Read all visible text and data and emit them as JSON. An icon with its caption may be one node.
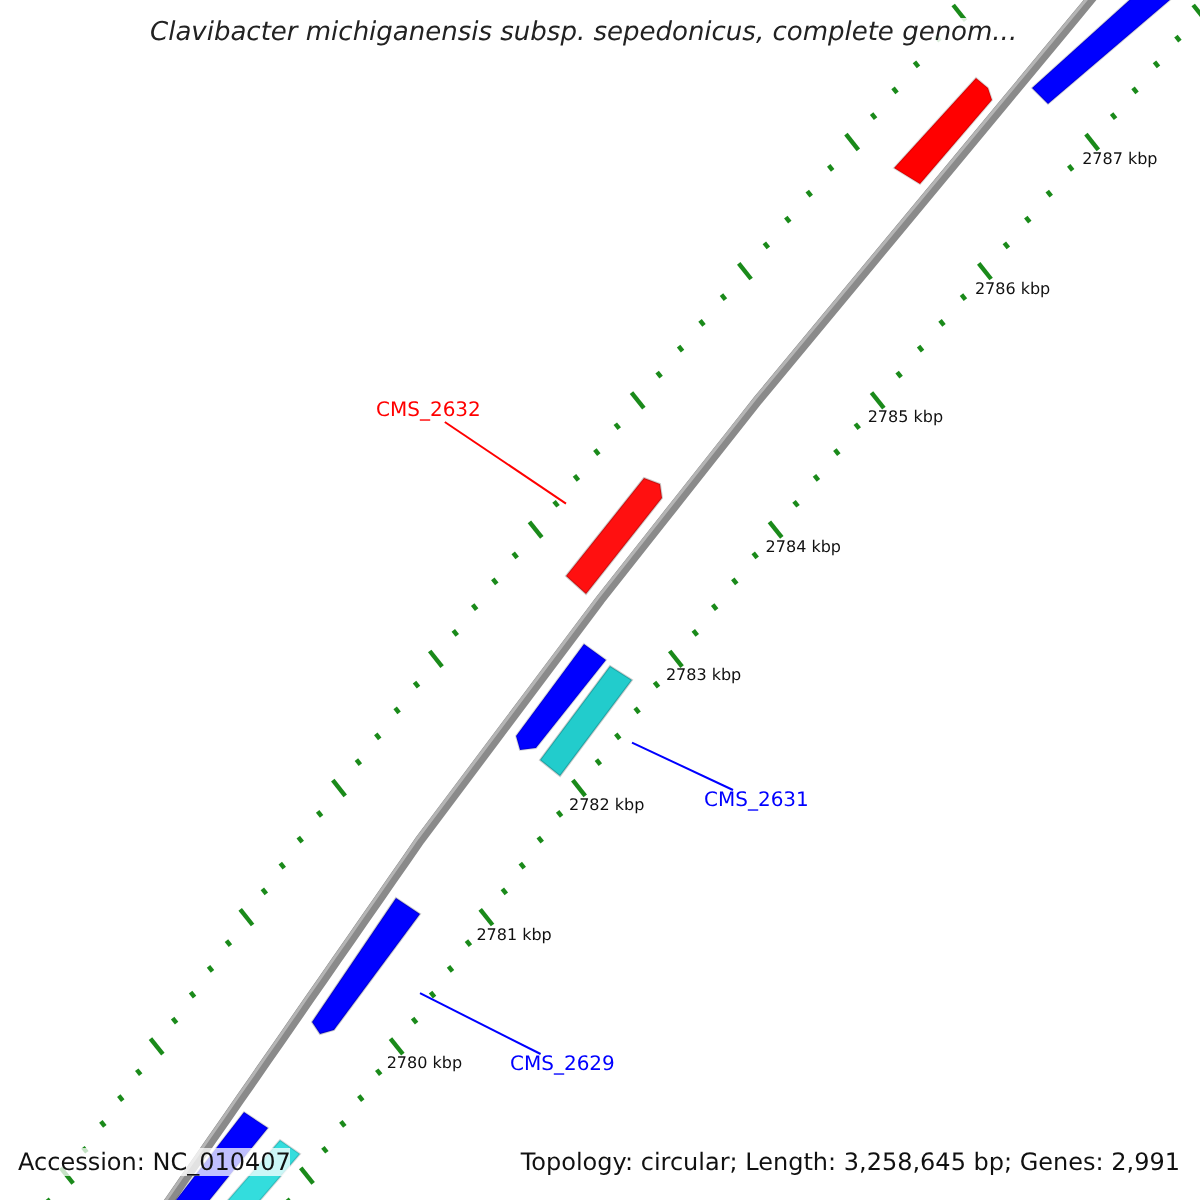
{
  "diagram": {
    "title": "Clavibacter michiganensis subsp. sepedonicus, complete genom...",
    "nodes": [
      {
        "text": [
          "CMS_2632"
        ]
      },
      {
        "text": [],
        "shape": "bar"
      },
      {
        "text": [
          "CMS_2631"
        ]
      },
      {
        "text": [],
        "shape": "bar"
      },
      {
        "text": [
          "CMS_2629"
        ]
      },
      {
        "text": [],
        "shape": "bar"
      }
    ],
    "edges": [
      {
        "from": 0,
        "to": 1,
        "arrow": "none",
        "color": "#ff0000"
      },
      {
        "from": 2,
        "to": 3,
        "arrow": "none"
      },
      {
        "from": 4,
        "to": 5,
        "arrow": "none"
      }
    ],
    "labels": [
      "2787 kbp",
      "2786 kbp",
      "2785 kbp",
      "2784 kbp",
      "2783 kbp",
      "2782 kbp",
      "2781 kbp",
      "2780 kbp",
      "Accession: NC_010407",
      "Topology: circular; Length: 3,258,645 bp; Genes: 2,991"
    ]
  }
}
